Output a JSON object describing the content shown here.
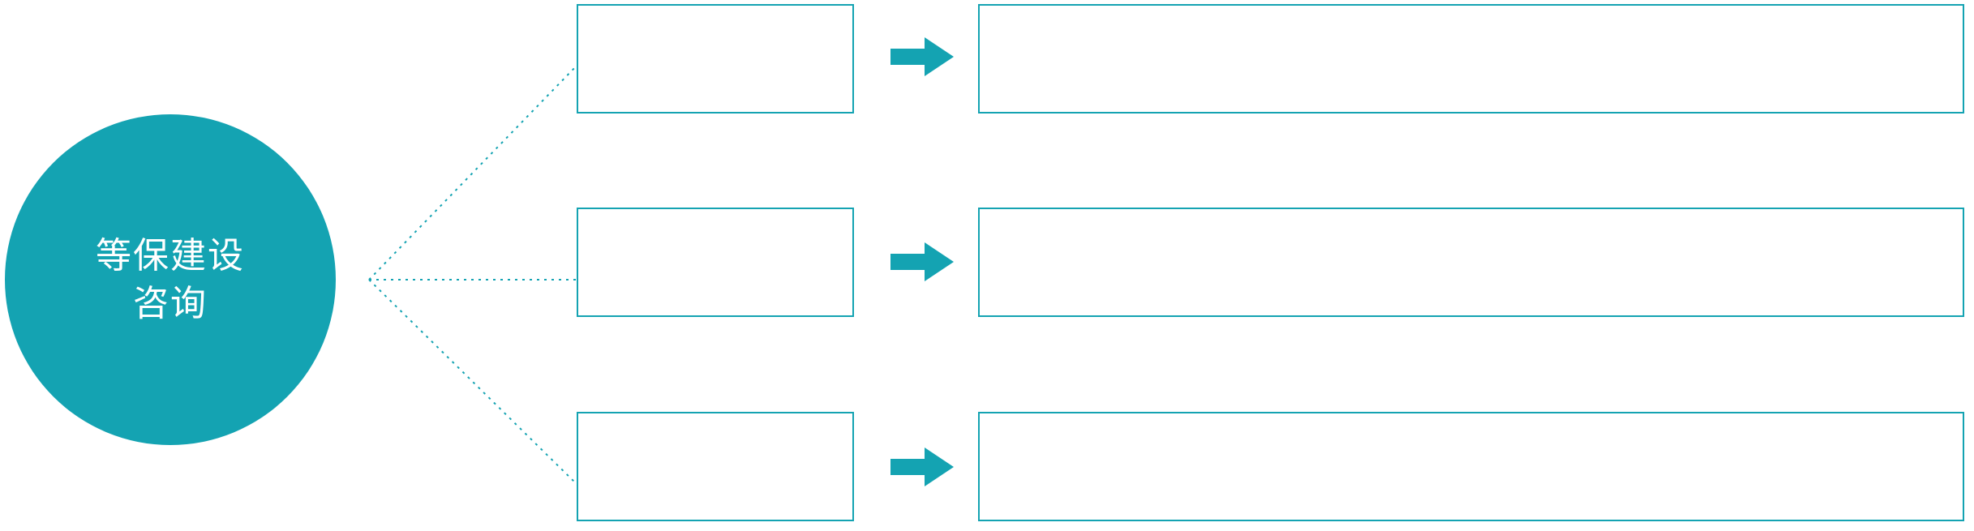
{
  "root": {
    "label_line1": "等保建设",
    "label_line2": "咨询"
  },
  "rows": [
    {
      "small_label": "",
      "wide_label": ""
    },
    {
      "small_label": "",
      "wide_label": ""
    },
    {
      "small_label": "",
      "wide_label": ""
    }
  ],
  "icons": {
    "arrow": "arrow-right-icon",
    "connector": "dotted-connector-line"
  },
  "colors": {
    "accent": "#14A3B2",
    "background": "#FFFFFF",
    "circle_text": "#FFFFFF"
  }
}
